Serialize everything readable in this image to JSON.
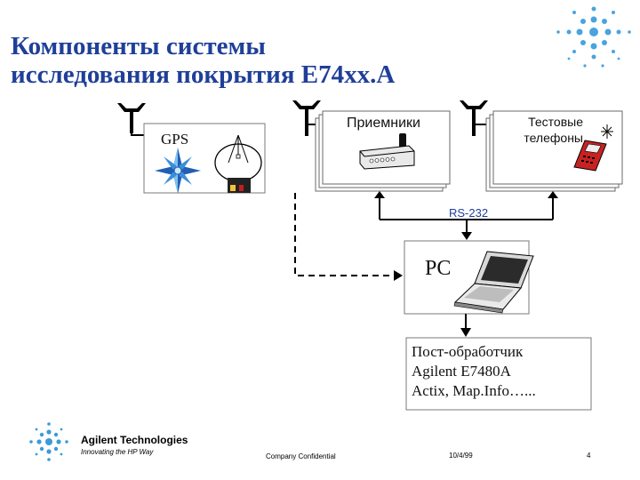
{
  "slide": {
    "title_line1": "Компоненты системы",
    "title_line2": "исследования покрытия  E74xx.A",
    "colors": {
      "title": "#1f3f99",
      "brand_star": "#3b9bd7"
    }
  },
  "diagram": {
    "gps_label": "GPS",
    "receivers_label": "Приемники",
    "phones_label_line1": "Тестовые",
    "phones_label_line2": "телефоны",
    "link_label": "RS-232",
    "pc_label": "PC",
    "post_line1": "Пост-обработчик",
    "post_line2": "Agilent E7480A",
    "post_line3": "Actix, Map.Info…...",
    "icons": [
      "antenna-icon",
      "compass-star-icon",
      "satellite-dish-icon",
      "receiver-icon",
      "mobile-phone-icon",
      "laptop-icon"
    ]
  },
  "footer": {
    "company": "Agilent Technologies",
    "tagline": "Innovating the HP Way",
    "confidential": "Company Confidential",
    "date": "10/4/99",
    "page": "4"
  }
}
